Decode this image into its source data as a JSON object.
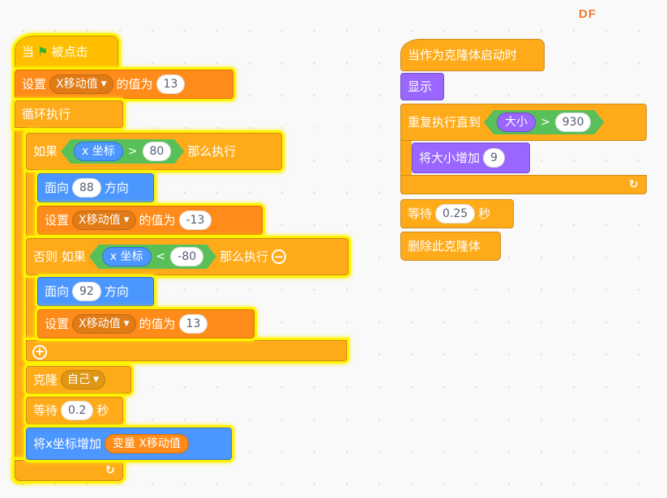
{
  "watermark": "DF",
  "script1": {
    "when_flag": {
      "prefix": "当",
      "icon": "green-flag-icon",
      "suffix": "被点击"
    },
    "set_var_1": {
      "label": "设置",
      "var": "X移动值",
      "mid": "的值为",
      "value": "13"
    },
    "forever": {
      "label": "循环执行"
    },
    "if_block": {
      "if_label": "如果",
      "reporter": "x 坐标",
      "op": ">",
      "value": "80",
      "then_label": "那么执行",
      "point_dir": {
        "label": "面向",
        "value": "88",
        "suffix": "方向"
      },
      "set_var": {
        "label": "设置",
        "var": "X移动值",
        "mid": "的值为",
        "value": "-13"
      }
    },
    "else_if_block": {
      "label": "否则 如果",
      "reporter": "x 坐标",
      "op": "<",
      "value": "-80",
      "then_label": "那么执行",
      "point_dir": {
        "label": "面向",
        "value": "92",
        "suffix": "方向"
      },
      "set_var": {
        "label": "设置",
        "var": "X移动值",
        "mid": "的值为",
        "value": "13"
      }
    },
    "clone": {
      "label": "克隆",
      "target": "自己"
    },
    "wait": {
      "label": "等待",
      "value": "0.2",
      "suffix": "秒"
    },
    "change_x": {
      "label": "将x坐标增加",
      "var_reporter": "变量 X移动值"
    }
  },
  "script2": {
    "hat": {
      "label": "当作为克隆体启动时"
    },
    "show": {
      "label": "显示"
    },
    "repeat_until": {
      "label": "重复执行直到",
      "reporter": "大小",
      "op": ">",
      "value": "930"
    },
    "change_size": {
      "label": "将大小增加",
      "value": "9"
    },
    "wait": {
      "label": "等待",
      "value": "0.25",
      "suffix": "秒"
    },
    "delete_clone": {
      "label": "删除此克隆体"
    }
  },
  "colors": {
    "control": "#ffab19",
    "events": "#ffbf00",
    "variables": "#ff8c1a",
    "motion": "#4c97ff",
    "looks": "#9966ff",
    "operators": "#59c059",
    "highlight": "#fff200"
  }
}
